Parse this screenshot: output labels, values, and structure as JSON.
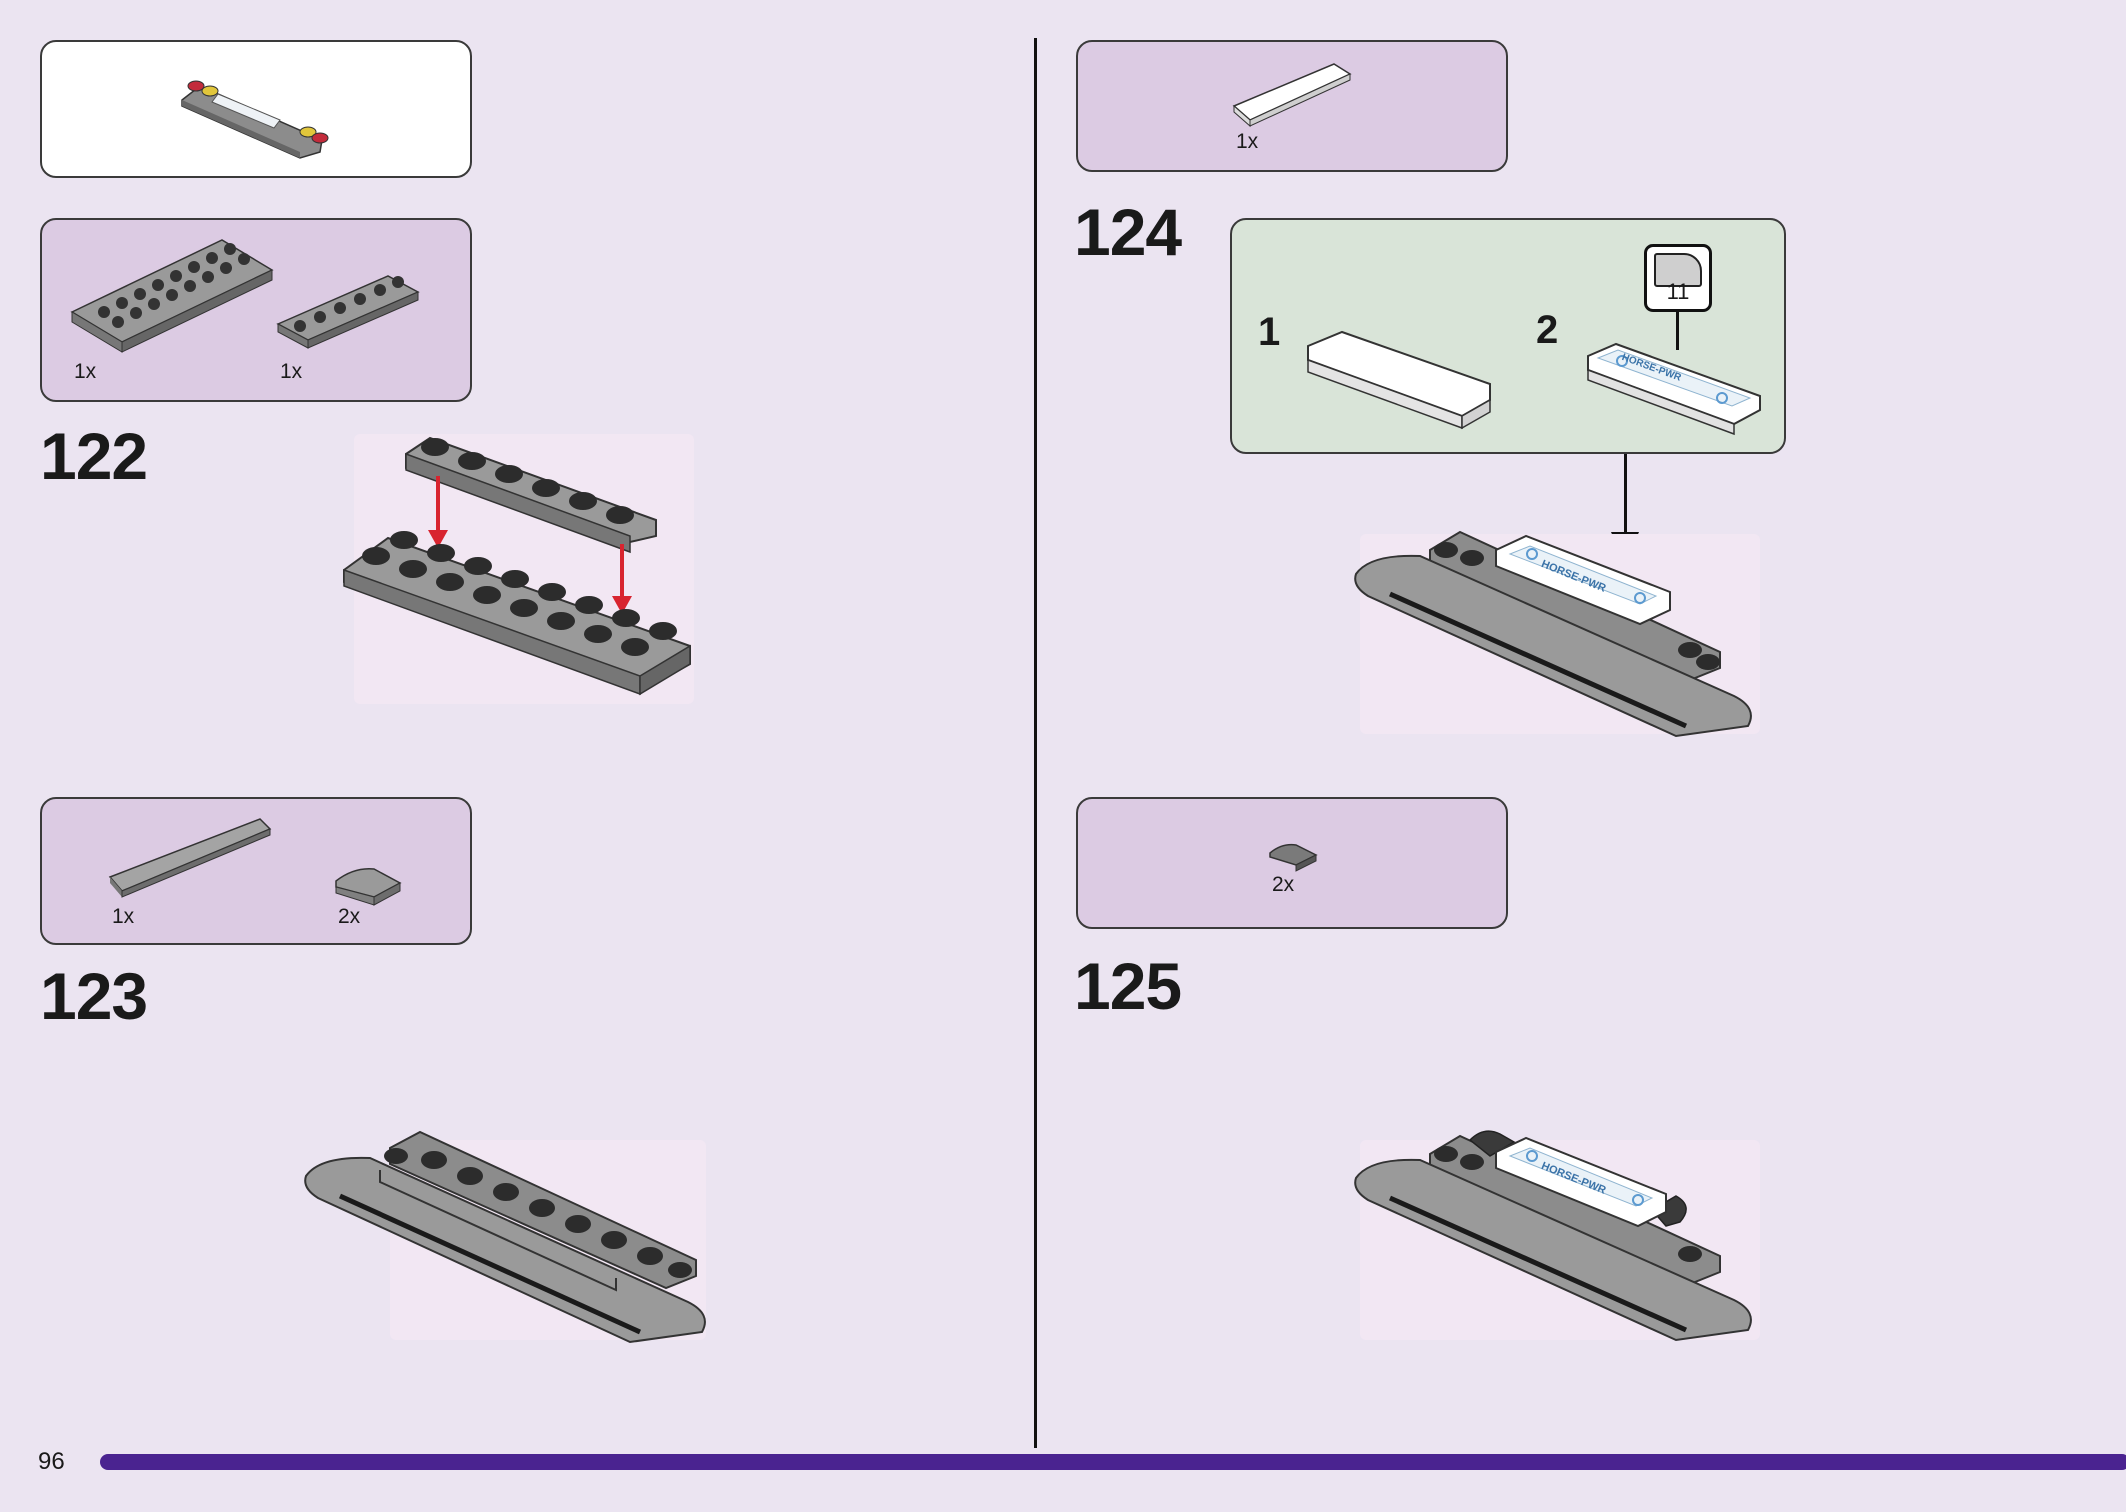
{
  "page": {
    "number": "96"
  },
  "left": {
    "preview": {
      "icon": "completed-submodel-preview"
    },
    "step_122": {
      "number": "122",
      "parts": [
        {
          "qty": "1x",
          "icon": "plate-2x8-dark-grey"
        },
        {
          "qty": "1x",
          "icon": "plate-1x6-dark-grey"
        }
      ]
    },
    "step_123": {
      "number": "123",
      "parts": [
        {
          "qty": "1x",
          "icon": "tile-1x6-grey"
        },
        {
          "qty": "2x",
          "icon": "curved-slope-grey"
        }
      ]
    }
  },
  "right": {
    "step_124": {
      "parts": [
        {
          "qty": "1x",
          "icon": "tile-1x4-white"
        }
      ],
      "number": "124",
      "substeps": [
        {
          "label": "1"
        },
        {
          "label": "2"
        }
      ],
      "sticker": {
        "number": "11",
        "text": "HORSE-PWR"
      }
    },
    "step_125": {
      "number": "125",
      "parts": [
        {
          "qty": "2x",
          "icon": "curved-slope-dark-grey"
        }
      ],
      "sticker": {
        "text": "HORSE-PWR"
      }
    }
  },
  "colors": {
    "arrow_red": "#d8242f",
    "bar": "#4a2390",
    "accent_purple": "#dccbe3",
    "accent_green": "#d9e4d8"
  }
}
